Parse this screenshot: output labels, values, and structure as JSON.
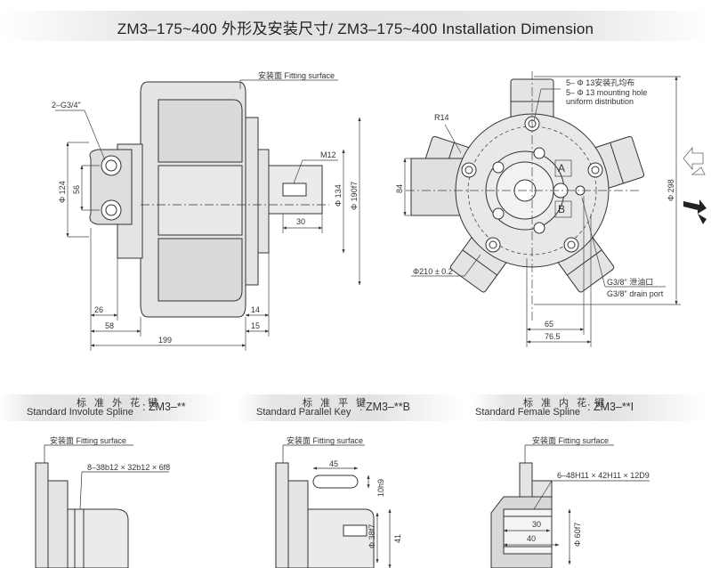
{
  "title": "ZM3–175~400 外形及安装尺寸/ ZM3–175~400 Installation Dimension",
  "side_view": {
    "fitting_surface": "安装面 Fitting surface",
    "port": "2–G3/4\"",
    "thread": "M12",
    "dim_124": "Φ 124",
    "dim_56": "56",
    "dim_134": "Φ 134",
    "dim_190": "Φ 190f7",
    "dim_30": "30",
    "dim_26": "26",
    "dim_58": "58",
    "dim_199": "199",
    "dim_14": "14",
    "dim_15": "15"
  },
  "front_view": {
    "holes_cn": "5– Φ 13安装孔均布",
    "holes_en_1": "5– Φ 13 mounting hole",
    "holes_en_2": "uniform distribution",
    "radius": "R14",
    "dim_84": "84",
    "dim_298": "Φ 298",
    "label_a": "A",
    "label_b": "B",
    "dim_210": "Φ210 ± 0.2",
    "drain_cn": "G3/8\" 泄油口",
    "drain_en": "G3/8\" drain port",
    "dim_65": "65",
    "dim_76_5": "76.5"
  },
  "panels": [
    {
      "label_cn": "标 准 外 花 键",
      "label_en": "Standard Involute Spline",
      "model": ": ZM3–**",
      "fitting_surface": "安装面 Fitting surface",
      "spec": "8–38b12 × 32b12 × 6f8"
    },
    {
      "label_cn": "标 准 平 键",
      "label_en": "Standard Parallel Key",
      "model": ": ZM3–**B",
      "fitting_surface": "安装面 Fitting surface",
      "dim_45": "45",
      "dim_10h9": "10h9",
      "dim_38f7": "Φ 38f7",
      "dim_41": "41"
    },
    {
      "label_cn": "标 准 内 花 键",
      "label_en": "Standard Female Spline",
      "model": ": ZM3–**I",
      "fitting_surface": "安装面 Fitting surface",
      "spec": "6–48H11 × 42H11 × 12D9",
      "dim_30": "30",
      "dim_40": "40",
      "dim_60f7": "Φ 60f7"
    }
  ],
  "colors": {
    "line": "#333333",
    "fill": "#e4e4e4",
    "fill_dark": "#d6d6d6",
    "band": "#e4e4e4"
  },
  "icons": [
    "rotation-direction-arrows-icon"
  ]
}
